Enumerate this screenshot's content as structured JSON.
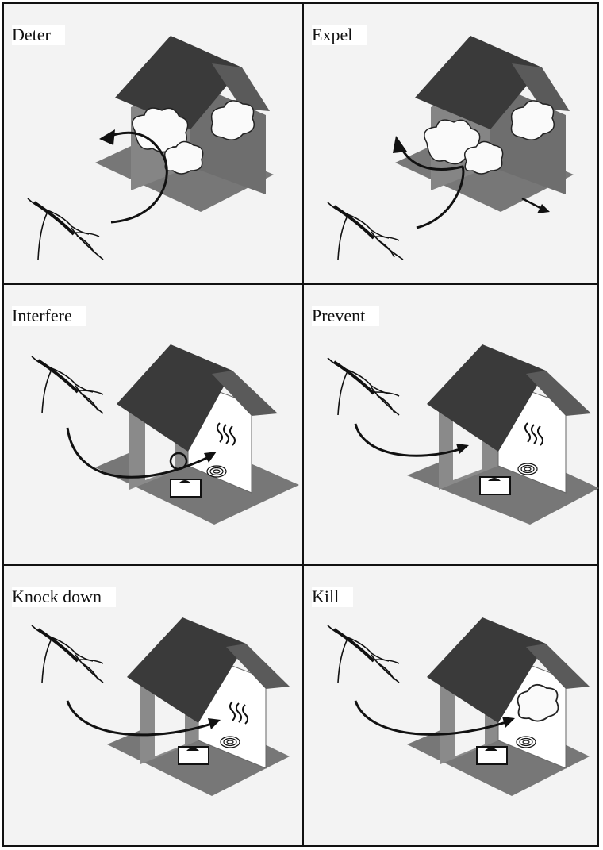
{
  "panels": [
    {
      "id": "deter",
      "label": "Deter"
    },
    {
      "id": "expel",
      "label": "Expel"
    },
    {
      "id": "interfere",
      "label": "Interfere"
    },
    {
      "id": "prevent",
      "label": "Prevent"
    },
    {
      "id": "knock-down",
      "label": "Knock down"
    },
    {
      "id": "kill",
      "label": "Kill"
    }
  ],
  "colors": {
    "panel_bg": "#f3f3f3",
    "roof": "#3a3a3a",
    "walls": "#7c7c7c",
    "ground": "#777777",
    "ink": "#111111"
  }
}
